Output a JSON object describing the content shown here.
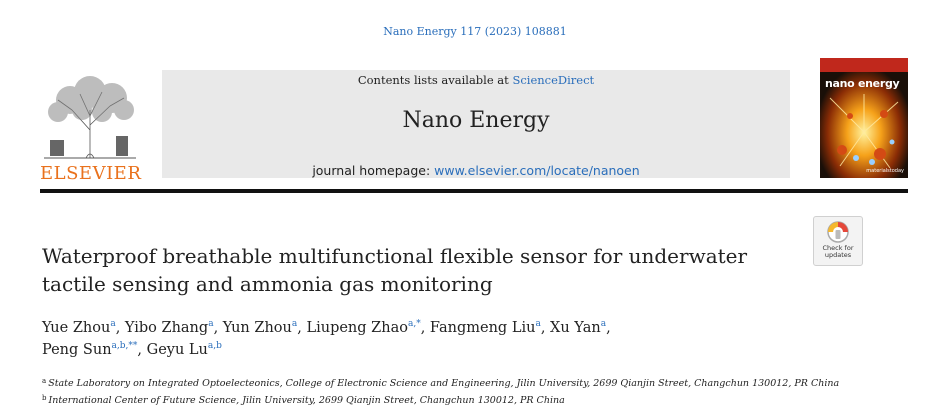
{
  "citation": "Nano Energy 117 (2023) 108881",
  "publisher": {
    "logo_text": "ELSEVIER",
    "logo_color": "#e9711c"
  },
  "banner": {
    "contents_prefix": "Contents lists available at",
    "contents_link": "ScienceDirect",
    "journal_name": "Nano Energy",
    "homepage_prefix": "journal homepage:",
    "homepage_url": "www.elsevier.com/locate/nanoen"
  },
  "cover": {
    "title": "nano energy",
    "brand": "materialstoday"
  },
  "check_badge": {
    "line1": "Check for",
    "line2": "updates"
  },
  "title_lines": [
    "Waterproof breathable multifunctional flexible sensor for underwater",
    "tactile sensing and ammonia gas monitoring"
  ],
  "authors": [
    {
      "name": "Yue Zhou",
      "sup": "a",
      "sep": ", "
    },
    {
      "name": "Yibo Zhang",
      "sup": "a",
      "sep": ", "
    },
    {
      "name": "Yun Zhou",
      "sup": "a",
      "sep": ", "
    },
    {
      "name": "Liupeng Zhao",
      "sup": "a,*",
      "sep": ", "
    },
    {
      "name": "Fangmeng Liu",
      "sup": "a",
      "sep": ", "
    },
    {
      "name": "Xu Yan",
      "sup": "a",
      "sep": ","
    },
    {
      "name": "Peng Sun",
      "sup": "a,b,**",
      "sep": ", "
    },
    {
      "name": "Geyu Lu",
      "sup": "a,b",
      "sep": ""
    }
  ],
  "affiliations": [
    {
      "mark": "a",
      "text": "State Laboratory on Integrated Optoelecteonics, College of Electronic Science and Engineering, Jilin University, 2699 Qianjin Street, Changchun 130012, PR China"
    },
    {
      "mark": "b",
      "text": "International Center of Future Science, Jilin University, 2699 Qianjin Street, Changchun 130012, PR China"
    }
  ],
  "colors": {
    "link": "#2a6ebb",
    "banner_bg": "#e9e9e9",
    "rule": "#111111"
  }
}
